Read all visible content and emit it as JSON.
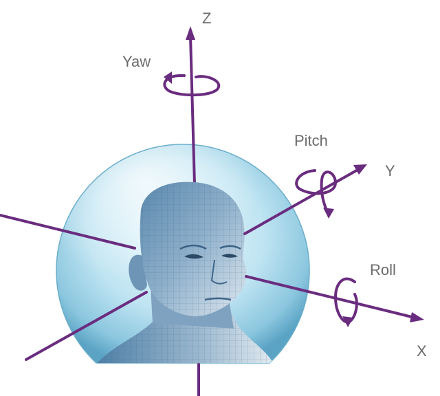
{
  "axes": {
    "z": "Z",
    "y": "Y",
    "x": "X"
  },
  "rotations": {
    "yaw": "Yaw",
    "pitch": "Pitch",
    "roll": "Roll"
  },
  "colors": {
    "axis": "#6a2c7f",
    "label": "#6b6b6b",
    "sphere_light": "#d8f1fa",
    "sphere_dark": "#6fb0cf",
    "head_light": "#c9dcea",
    "head_dark": "#4f7fa6"
  }
}
